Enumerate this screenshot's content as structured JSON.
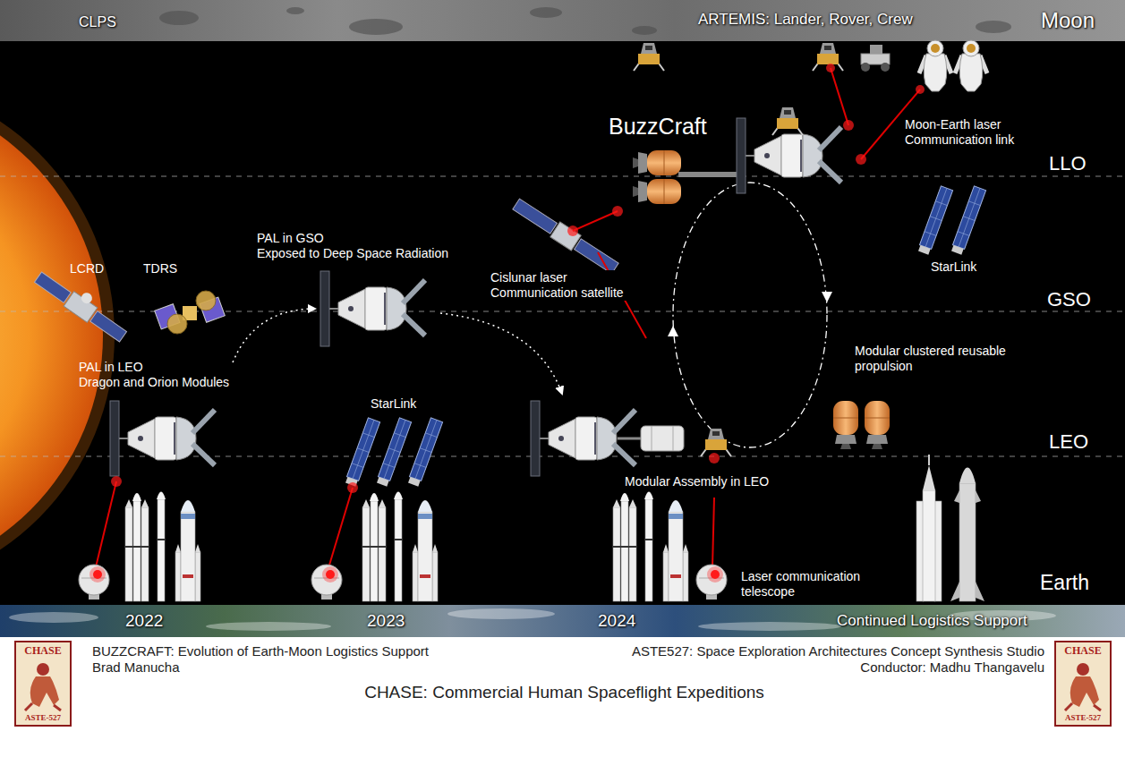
{
  "diagram": {
    "nodes": [
      {
        "text": [
          "CLPS",
          "ARTEMIS: Lander, Rover, Crew",
          "Moon"
        ]
      },
      {
        "text": [
          "2022",
          "2023",
          "2024",
          "Continued Logistics Support"
        ]
      },
      {
        "text": [
          "CHASE",
          "ASTE-527"
        ]
      },
      {
        "text": [
          "CHASE",
          "ASTE-527"
        ]
      }
    ],
    "labels": [
      "BuzzCraft",
      "Moon-Earth laser Communication link",
      "LLO",
      "StarLink",
      "Cislunar laser Communication satellite",
      "GSO",
      "LCRD",
      "TDRS",
      "PAL in GSO",
      "Exposed to Deep Space Radiation",
      "PAL in LEO",
      "Dragon and Orion Modules",
      "StarLink",
      "Modular clustered reusable propulsion",
      "LEO",
      "Modular Assembly in LEO",
      "Laser communication telescope",
      "Earth",
      "BUZZCRAFT: Evolution of Earth-Moon Logistics Support",
      "Brad Manucha",
      "ASTE527: Space Exploration Architectures Concept Synthesis Studio",
      "Conductor: Madhu Thangavelu",
      "CHASE: Commercial Human Spaceflight Expeditions"
    ]
  }
}
